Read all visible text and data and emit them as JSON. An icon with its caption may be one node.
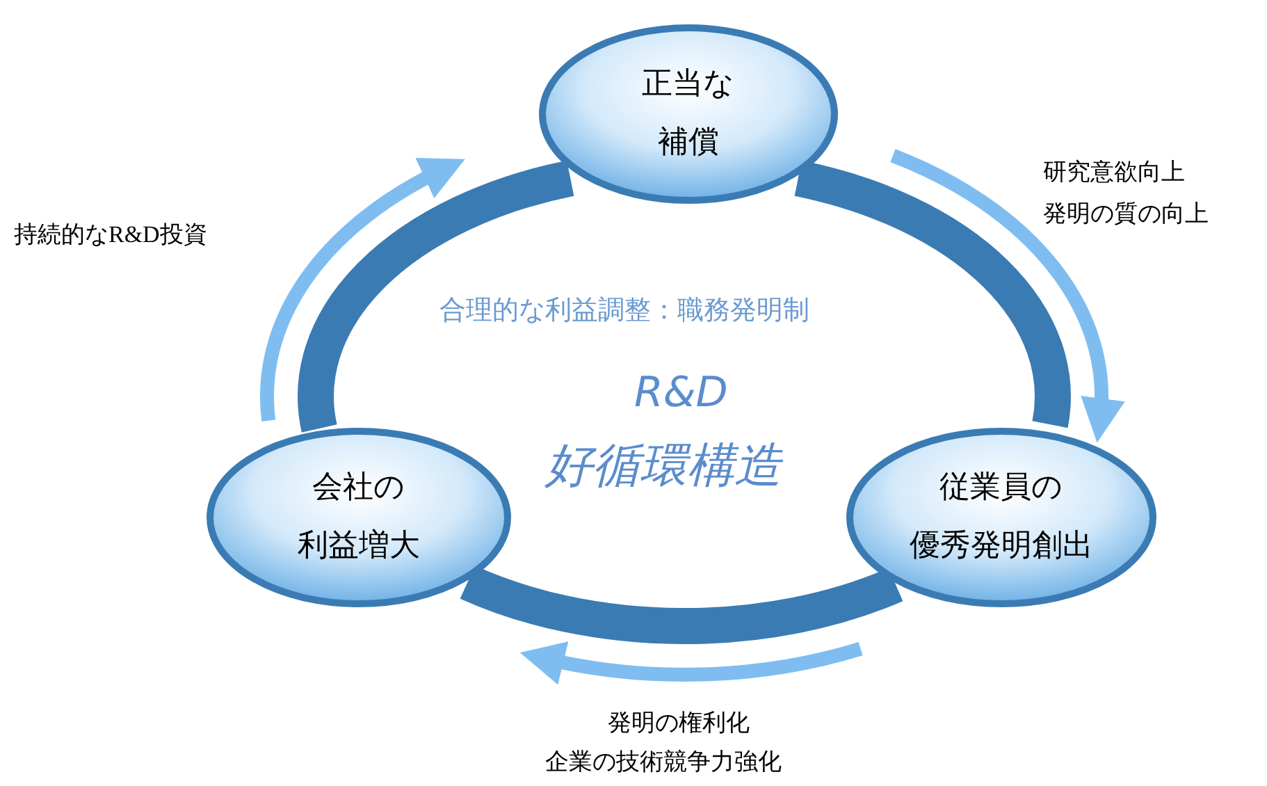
{
  "diagram": {
    "nodes": [
      {
        "text": [
          "正当な",
          "補償"
        ]
      },
      {
        "text": [
          "会社の",
          "利益増大"
        ]
      },
      {
        "text": [
          "従業員の",
          "優秀発明創出"
        ]
      }
    ],
    "edges": [
      {
        "from": 0,
        "to": 2,
        "arrow": "none",
        "style": "thick"
      },
      {
        "from": 2,
        "to": 1,
        "arrow": "none",
        "style": "thick"
      },
      {
        "from": 1,
        "to": 0,
        "arrow": "none",
        "style": "thick"
      },
      {
        "from": 1,
        "to": 0,
        "arrow": "to",
        "color": "#7fbdf0"
      },
      {
        "from": 0,
        "to": 2,
        "arrow": "to",
        "color": "#7fbdf0"
      },
      {
        "from": 2,
        "to": 1,
        "arrow": "to",
        "color": "#7fbdf0"
      }
    ],
    "labels": [
      "持続的なR&D投資",
      "研究意欲向上",
      "発明の質の向上",
      "合理的な利益調整：職務発明制",
      "R&D",
      "好循環構造",
      "発明の権利化",
      "企業の技術競争力強化"
    ]
  }
}
